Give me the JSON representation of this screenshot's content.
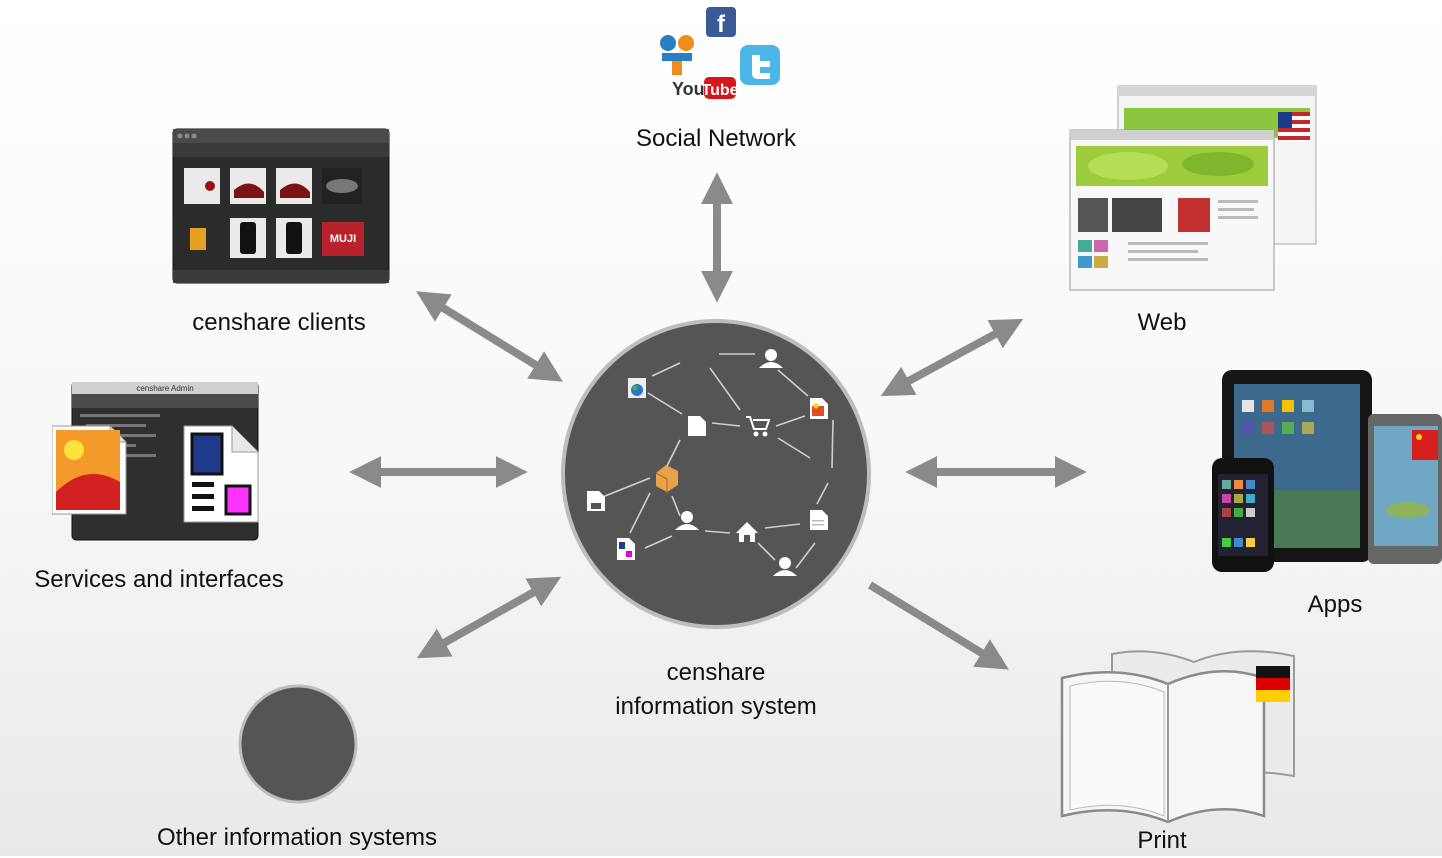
{
  "hub": {
    "label_line1": "censhare",
    "label_line2": "information system"
  },
  "nodes": {
    "social": {
      "label": "Social Network",
      "logo_text_you": "You",
      "logo_text_tube": "Tube",
      "logo_text_f": "f"
    },
    "clients": {
      "label": "censhare clients",
      "client_tile_text": "MUJI"
    },
    "services": {
      "label": "Services and interfaces",
      "window_title": "censhare Admin"
    },
    "other": {
      "label": "Other information systems"
    },
    "web": {
      "label": "Web"
    },
    "apps": {
      "label": "Apps"
    },
    "print": {
      "label": "Print"
    }
  },
  "colors": {
    "arrow": "#8a8a8a",
    "hub": "#555555",
    "hub_border": "#bdbdbd",
    "text": "#111111"
  }
}
